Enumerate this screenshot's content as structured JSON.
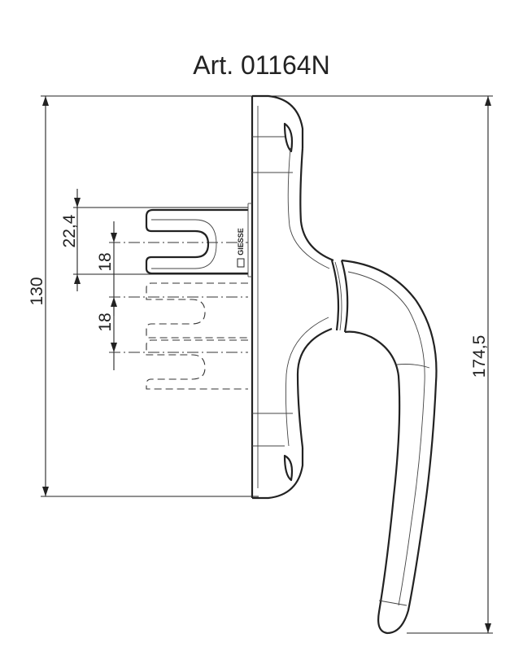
{
  "title": "Art. 01164N",
  "dimensions": {
    "overall_height": "130",
    "handle_length": "174,5",
    "spindle_offset": "22,4",
    "step_upper": "18",
    "step_lower": "18"
  },
  "brand_mark": "GIESSE",
  "colors": {
    "line": "#222222",
    "background": "#ffffff"
  }
}
